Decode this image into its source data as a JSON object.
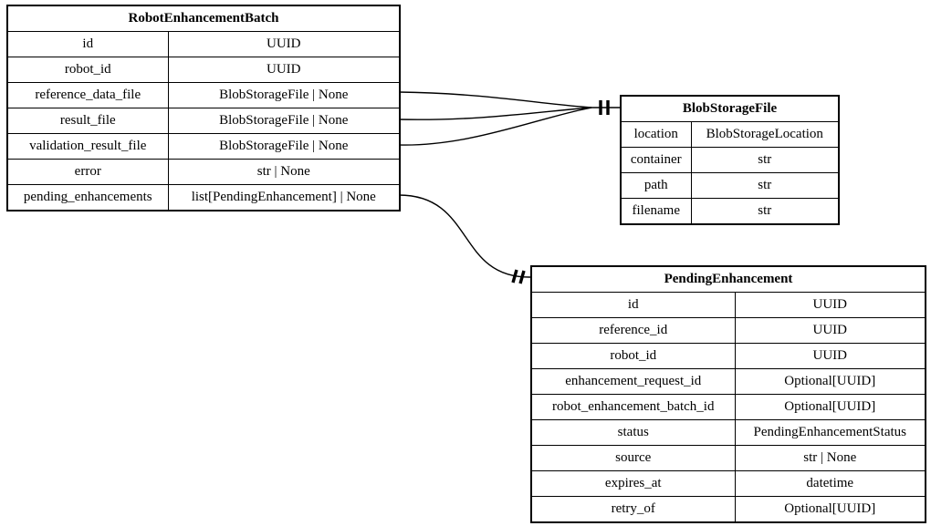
{
  "diagram": {
    "kind": "entity-relationship-diagram",
    "colors": {
      "background": "#ffffff",
      "border": "#000000",
      "text": "#000000",
      "connector": "#000000"
    },
    "entities": [
      {
        "name": "RobotEnhancementBatch",
        "fields": [
          {
            "name": "id",
            "type": "UUID"
          },
          {
            "name": "robot_id",
            "type": "UUID"
          },
          {
            "name": "reference_data_file",
            "type": "BlobStorageFile | None"
          },
          {
            "name": "result_file",
            "type": "BlobStorageFile | None"
          },
          {
            "name": "validation_result_file",
            "type": "BlobStorageFile | None"
          },
          {
            "name": "error",
            "type": "str | None"
          },
          {
            "name": "pending_enhancements",
            "type": "list[PendingEnhancement] | None"
          }
        ]
      },
      {
        "name": "BlobStorageFile",
        "fields": [
          {
            "name": "location",
            "type": "BlobStorageLocation"
          },
          {
            "name": "container",
            "type": "str"
          },
          {
            "name": "path",
            "type": "str"
          },
          {
            "name": "filename",
            "type": "str"
          }
        ]
      },
      {
        "name": "PendingEnhancement",
        "fields": [
          {
            "name": "id",
            "type": "UUID"
          },
          {
            "name": "reference_id",
            "type": "UUID"
          },
          {
            "name": "robot_id",
            "type": "UUID"
          },
          {
            "name": "enhancement_request_id",
            "type": "Optional[UUID]"
          },
          {
            "name": "robot_enhancement_batch_id",
            "type": "Optional[UUID]"
          },
          {
            "name": "status",
            "type": "PendingEnhancementStatus"
          },
          {
            "name": "source",
            "type": "str | None"
          },
          {
            "name": "expires_at",
            "type": "datetime"
          },
          {
            "name": "retry_of",
            "type": "Optional[UUID]"
          }
        ]
      }
    ],
    "relationships": [
      {
        "from": "RobotEnhancementBatch.reference_data_file",
        "to": "BlobStorageFile",
        "cardinality": "exactly-one (||)"
      },
      {
        "from": "RobotEnhancementBatch.result_file",
        "to": "BlobStorageFile",
        "cardinality": "exactly-one (||)"
      },
      {
        "from": "RobotEnhancementBatch.validation_result_file",
        "to": "BlobStorageFile",
        "cardinality": "exactly-one (||)"
      },
      {
        "from": "RobotEnhancementBatch.pending_enhancements",
        "to": "PendingEnhancement",
        "cardinality": "exactly-one (||)"
      }
    ]
  }
}
